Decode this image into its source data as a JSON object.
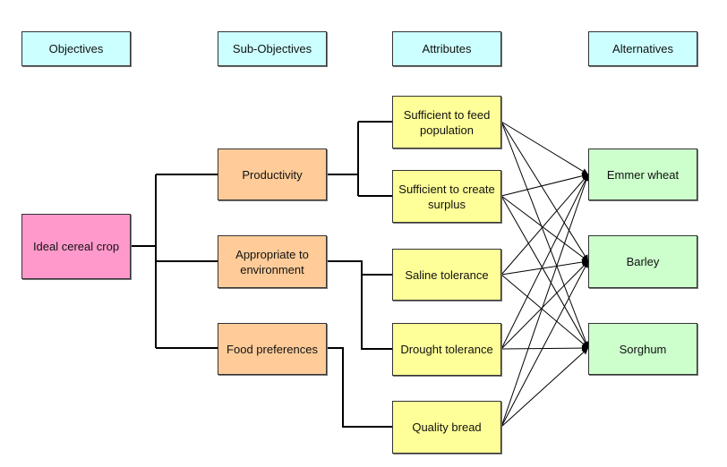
{
  "headers": {
    "objectives": "Objectives",
    "sub_objectives": "Sub-Objectives",
    "attributes": "Attributes",
    "alternatives": "Alternatives"
  },
  "objective": {
    "label": "Ideal cereal crop",
    "color": "#ff99cc"
  },
  "sub_objectives": [
    {
      "label": "Productivity"
    },
    {
      "label": "Appropriate to environment"
    },
    {
      "label": "Food preferences"
    }
  ],
  "attributes": [
    {
      "label": "Sufficient to feed population",
      "parent": 0
    },
    {
      "label": "Sufficient to create surplus",
      "parent": 0
    },
    {
      "label": "Saline tolerance",
      "parent": 1
    },
    {
      "label": "Drought tolerance",
      "parent": 1
    },
    {
      "label": "Quality bread",
      "parent": 2
    }
  ],
  "alternatives": [
    {
      "label": "Emmer wheat"
    },
    {
      "label": "Barley"
    },
    {
      "label": "Sorghum"
    }
  ],
  "colors": {
    "header": "#ccffff",
    "objective": "#ff99cc",
    "sub_objective": "#ffcc99",
    "attribute": "#ffff99",
    "alternative": "#ccffcc",
    "connector": "#000000"
  },
  "edges_note": "Every attribute connects to every alternative with an arrow"
}
